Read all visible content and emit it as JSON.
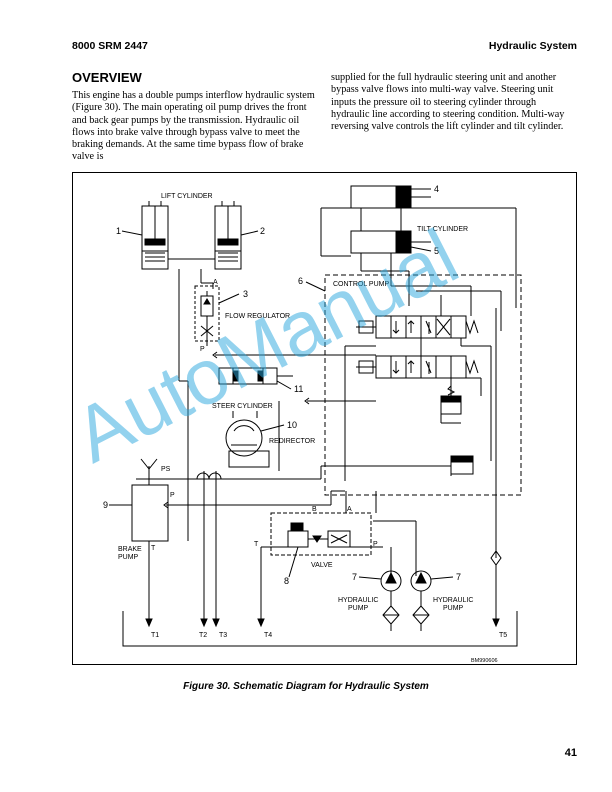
{
  "header": {
    "left": "8000 SRM 2447",
    "right": "Hydraulic System"
  },
  "section_title": "OVERVIEW",
  "paragraph_left": "This engine has a double pumps interflow hydraulic system (Figure 30). The main operating oil pump drives the front and back gear pumps by the transmission. Hydraulic oil flows into brake valve through bypass valve to meet the braking demands. At the same time bypass flow of brake valve is",
  "paragraph_right": "supplied for the full hydraulic steering unit and another bypass valve flows into multi-way valve. Steering unit inputs the pressure oil to steering cylinder through hydraulic line according to steering condition. Multi-way reversing valve controls the lift cylinder and tilt cylinder.",
  "figure": {
    "caption": "Figure 30. Schematic Diagram for Hydraulic System",
    "code": "BM990606",
    "labels": {
      "lift_cylinder": "LIFT CYLINDER",
      "tilt_cylinder": "TILT CYLINDER",
      "control_pump": "CONTROL PUMP",
      "flow_regulator": "FLOW REGULATOR",
      "steer_cylinder": "STEER CYLINDER",
      "redirector": "REDIRECTOR",
      "brake_pump_1": "BRAKE",
      "brake_pump_2": "PUMP",
      "valve": "VALVE",
      "hydraulic_pump_a1": "HYDRAULIC",
      "hydraulic_pump_a2": "PUMP",
      "hydraulic_pump_b1": "HYDRAULIC",
      "hydraulic_pump_b2": "PUMP",
      "ps": "PS",
      "p_brake": "P",
      "t_brake": "T",
      "a_flow": "A",
      "p_flow": "P",
      "a_valve": "A",
      "b_valve": "B",
      "t_valve": "T",
      "p_valve": "P",
      "tank_t1": "T1",
      "tank_t2": "T2",
      "tank_t3": "T3",
      "tank_t4": "T4",
      "tank_t5": "T5",
      "num_1": "1",
      "num_2": "2",
      "num_3": "3",
      "num_4": "4",
      "num_5": "5",
      "num_6": "6",
      "num_7a": "7",
      "num_7b": "7",
      "num_8": "8",
      "num_9": "9",
      "num_10": "10",
      "num_11": "11"
    }
  },
  "watermark": "AutoManual",
  "page_number": "41"
}
